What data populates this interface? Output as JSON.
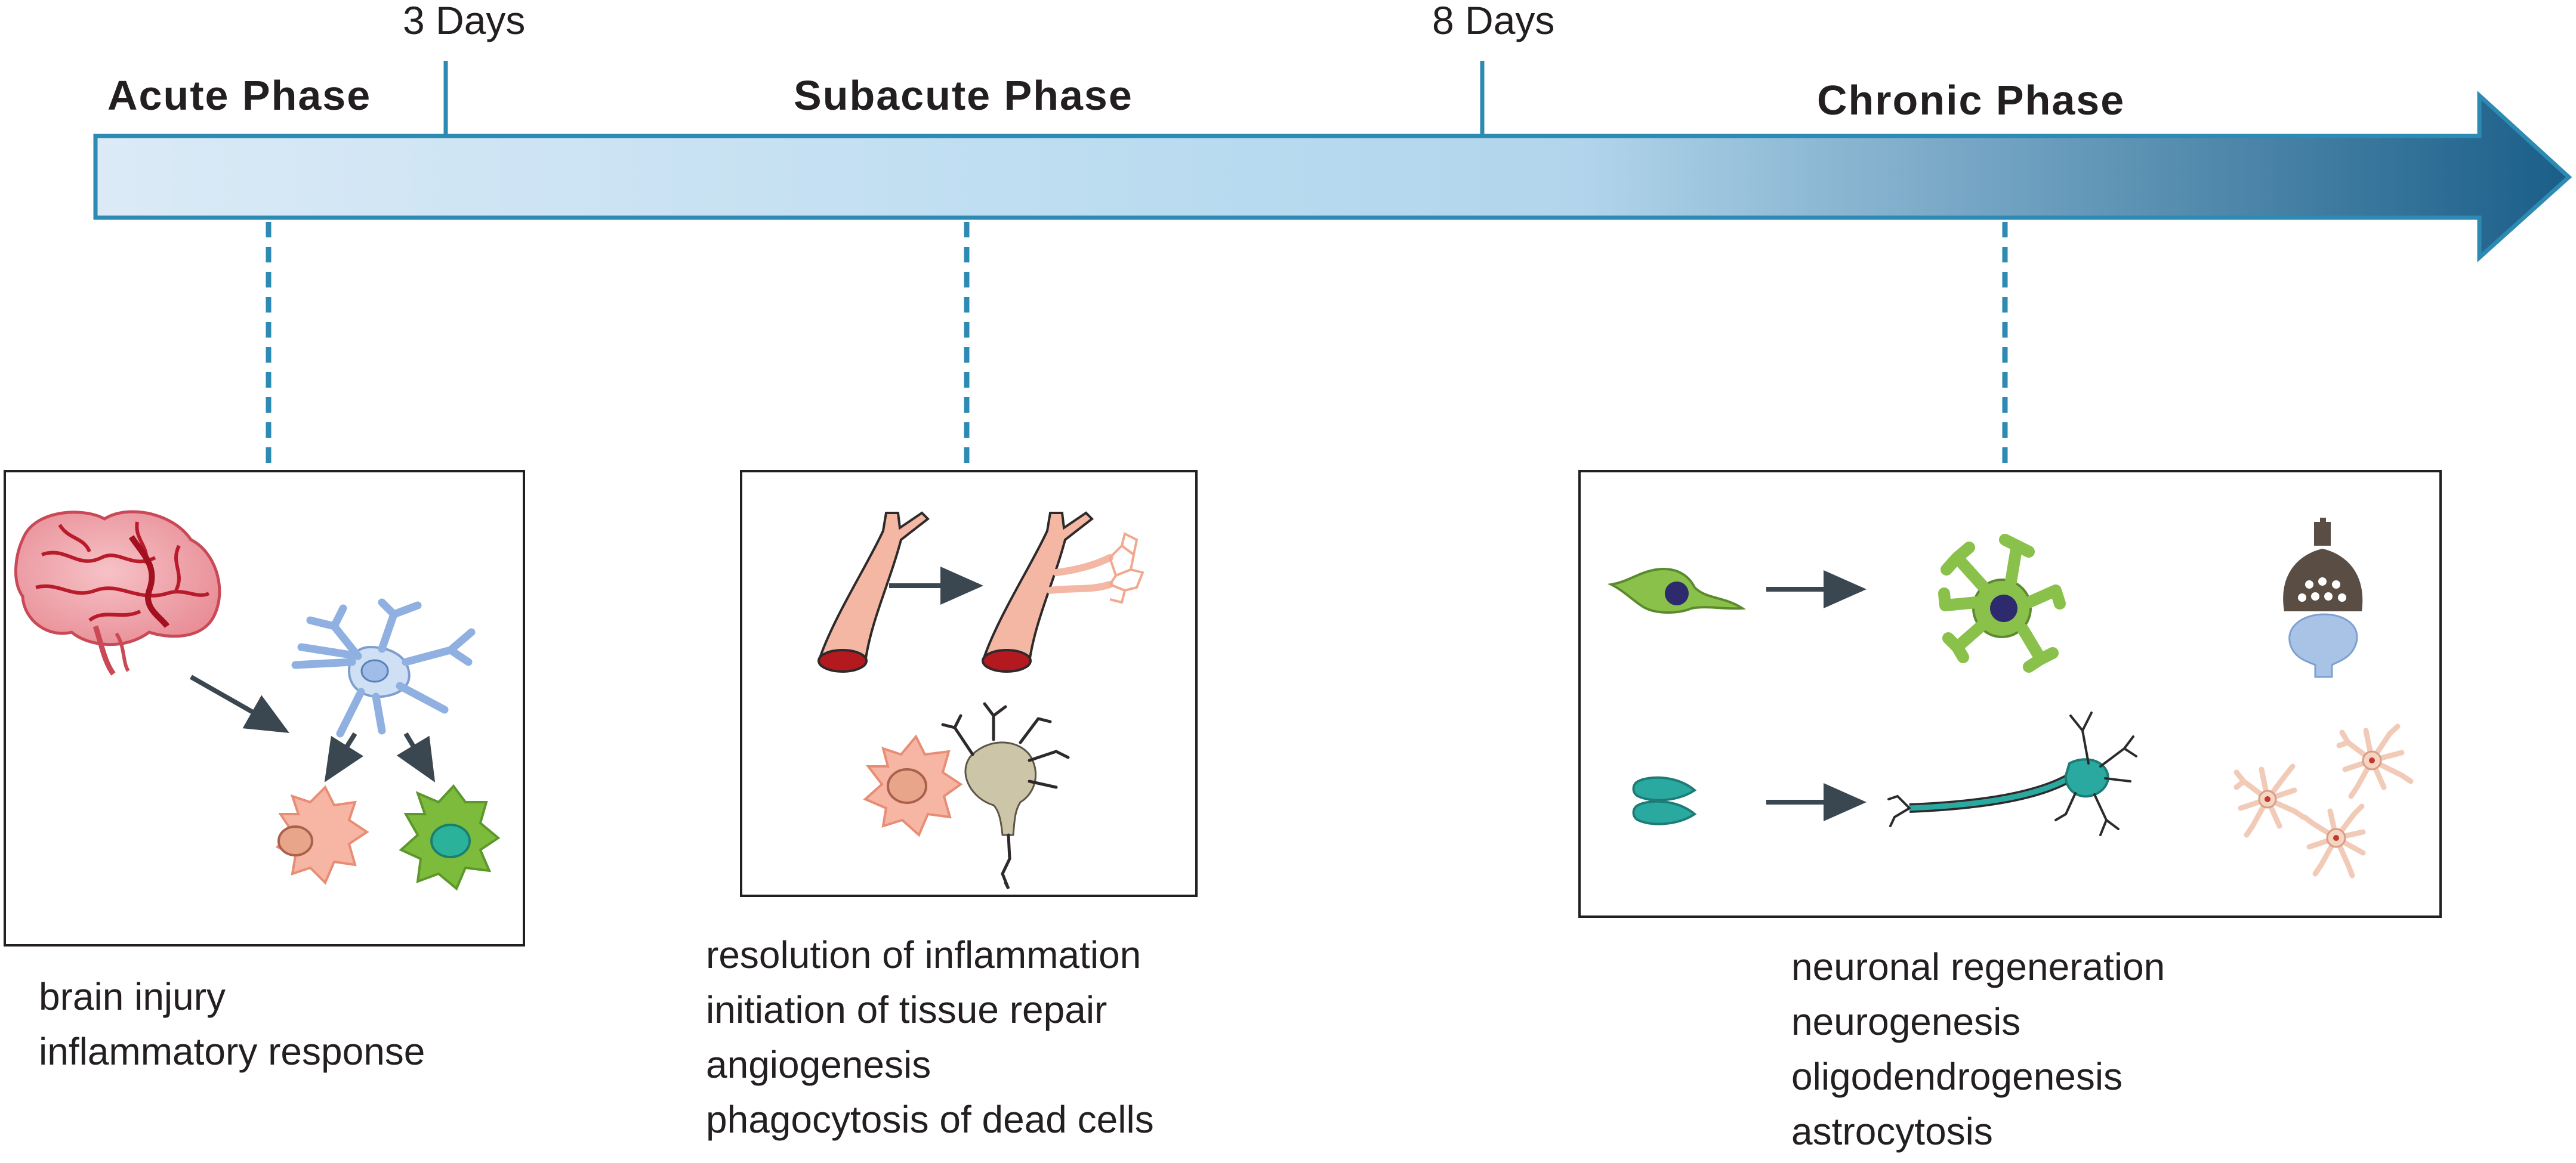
{
  "timeline": {
    "markers": [
      {
        "label": "3 Days"
      },
      {
        "label": "8 Days"
      }
    ],
    "phases": [
      {
        "label": "Acute Phase"
      },
      {
        "label": "Subacute Phase"
      },
      {
        "label": "Chronic Phase"
      }
    ],
    "colors": {
      "start": "#dbeaf6",
      "mid": "#b9dbf0",
      "end": "#1a5e88",
      "line": "#2c8ab3"
    }
  },
  "panels": {
    "acute": {
      "icons": [
        "brain-icon",
        "microglia-icon",
        "macrophage-icon",
        "activated-microglia-icon"
      ],
      "lines": [
        "brain injury",
        "inflammatory response"
      ]
    },
    "subacute": {
      "icons": [
        "blood-vessel-icon",
        "sprouting-vessel-icon",
        "macrophage-icon",
        "dying-neuron-icon"
      ],
      "lines": [
        "resolution of inflammation",
        "initiation of tissue repair",
        "angiogenesis",
        "phagocytosis of dead cells"
      ]
    },
    "chronic": {
      "icons": [
        "progenitor-cell-icon",
        "oligodendrocyte-icon",
        "synapse-icon",
        "dividing-stem-cell-icon",
        "neuron-icon",
        "astrocytes-icon"
      ],
      "lines": [
        "neuronal regeneration",
        "neurogenesis",
        "oligodendrogenesis",
        "astrocytosis"
      ]
    }
  }
}
